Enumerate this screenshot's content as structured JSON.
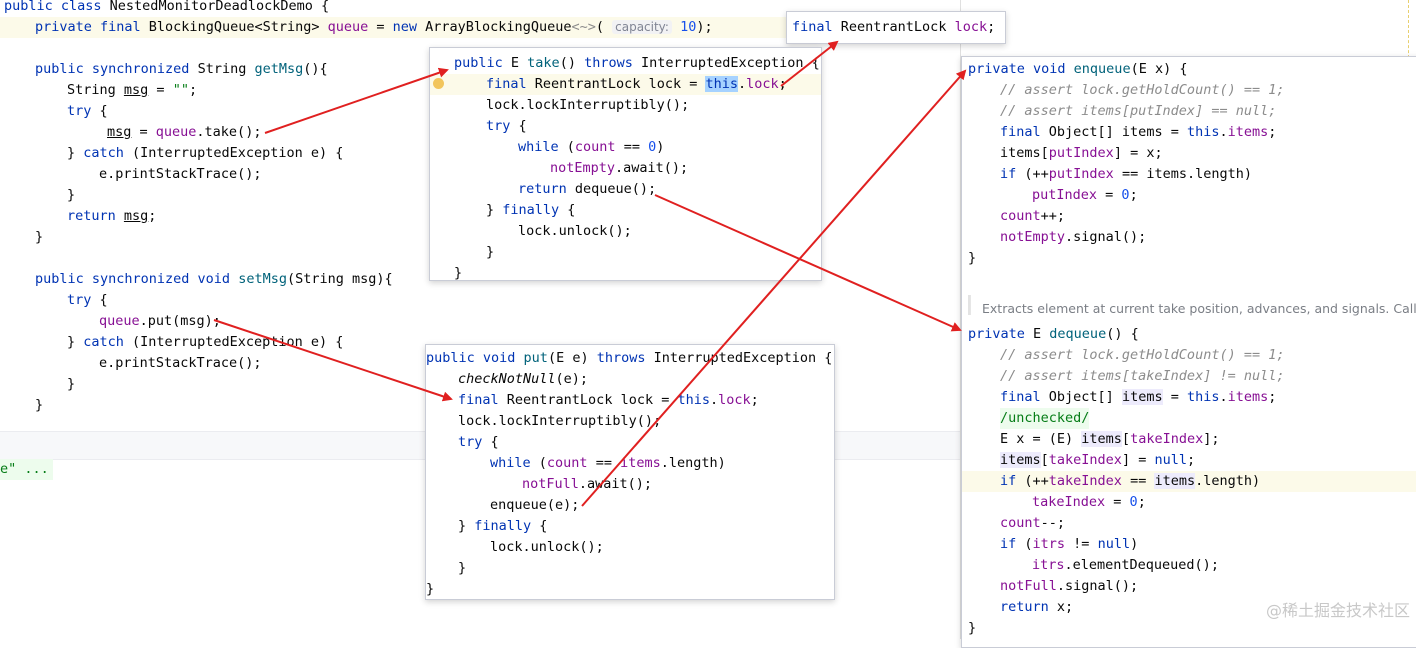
{
  "editor": {
    "lines": [
      {
        "t": "public class NestedMonitorDeadlockDemo {"
      },
      {
        "t": "private final BlockingQueue<String> queue = new ArrayBlockingQueue<~>("
      },
      {
        "hint": "capacity:"
      },
      {
        "t": "10);"
      },
      {
        "t": "public synchronized String getMsg(){"
      },
      {
        "t": "String msg = \"\";"
      },
      {
        "t": "try {"
      },
      {
        "t": "msg = queue.take();"
      },
      {
        "t": "} catch (InterruptedException e) {"
      },
      {
        "t": "e.printStackTrace();"
      },
      {
        "t": "}"
      },
      {
        "t": "return msg;"
      },
      {
        "t": "}"
      },
      {
        "t": "public synchronized void setMsg(String msg){"
      },
      {
        "t": "try {"
      },
      {
        "t": "queue.put(msg);"
      },
      {
        "t": "} catch (InterruptedException e) {"
      },
      {
        "t": "e.printStackTrace();"
      },
      {
        "t": "}"
      },
      {
        "t": "}"
      }
    ],
    "tail": "e\" ..."
  },
  "popups": {
    "lock_field": "final ReentrantLock lock;",
    "take": [
      "public E take() throws InterruptedException {",
      "final ReentrantLock lock = this.lock;",
      "lock.lockInterruptibly();",
      "try {",
      "while (count == 0)",
      "notEmpty.await();",
      "return dequeue();",
      "} finally {",
      "lock.unlock();",
      "}",
      "}"
    ],
    "put": [
      "public void put(E e) throws InterruptedException {",
      "checkNotNull(e);",
      "final ReentrantLock lock = this.lock;",
      "lock.lockInterruptibly();",
      "try {",
      "while (count == items.length)",
      "notFull.await();",
      "enqueue(e);",
      "} finally {",
      "lock.unlock();",
      "}",
      "}"
    ],
    "enqueue": [
      "private void enqueue(E x) {",
      "// assert lock.getHoldCount() == 1;",
      "// assert items[putIndex] == null;",
      "final Object[] items = this.items;",
      "items[putIndex] = x;",
      "if (++putIndex == items.length)",
      "putIndex = 0;",
      "count++;",
      "notEmpty.signal();",
      "}"
    ],
    "doc": "Extracts element at current take position, advances, and signals. Call or",
    "dequeue": [
      "private E dequeue() {",
      "// assert lock.getHoldCount() == 1;",
      "// assert items[takeIndex] != null;",
      "final Object[] items = this.items;",
      "/unchecked/",
      "E x = (E) items[takeIndex];",
      "items[takeIndex] = null;",
      "if (++takeIndex == items.length)",
      "takeIndex = 0;",
      "count--;",
      "if (itrs != null)",
      "itrs.elementDequeued();",
      "notFull.signal();",
      "return x;",
      "}"
    ]
  },
  "watermark": "@稀土掘金技术社区",
  "colors": {
    "arrow": "#e02020",
    "keyword": "#0033b3",
    "field": "#871094",
    "comment": "#8c8c8c"
  }
}
